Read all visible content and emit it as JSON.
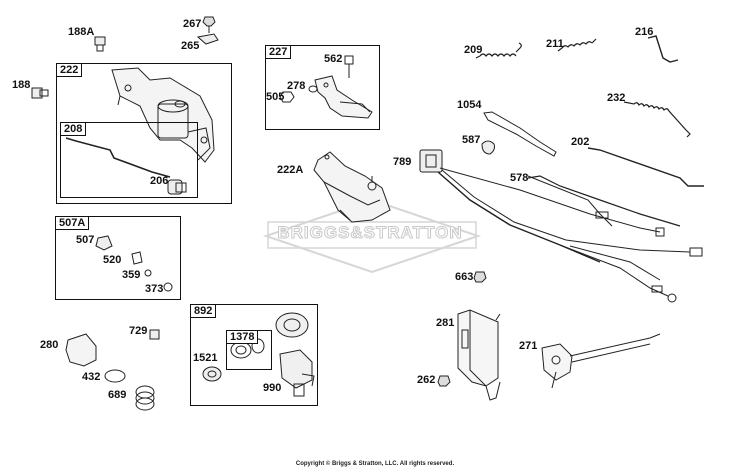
{
  "watermark": "BRIGGS&STRATTON",
  "copyright": "Copyright © Briggs & Stratton, LLC. All rights reserved.",
  "groups": {
    "g222": "222",
    "g208": "208",
    "g227": "227",
    "g507A": "507A",
    "g892": "892",
    "g1378": "1378"
  },
  "labels": {
    "p188A": "188A",
    "p267": "267",
    "p265": "265",
    "p188": "188",
    "p206": "206",
    "p562": "562",
    "p278": "278",
    "p505": "505",
    "p222A": "222A",
    "p209": "209",
    "p211": "211",
    "p216": "216",
    "p232": "232",
    "p1054": "1054",
    "p587": "587",
    "p202": "202",
    "p789": "789",
    "p578": "578",
    "p507": "507",
    "p520": "520",
    "p359": "359",
    "p373": "373",
    "p663": "663",
    "p280": "280",
    "p729": "729",
    "p432": "432",
    "p689": "689",
    "p1521": "1521",
    "p990": "990",
    "p281": "281",
    "p271": "271",
    "p262": "262"
  }
}
